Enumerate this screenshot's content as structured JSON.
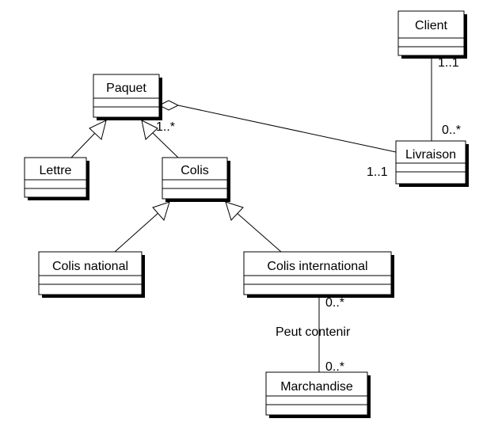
{
  "classes": {
    "client": "Client",
    "paquet": "Paquet",
    "lettre": "Lettre",
    "colis": "Colis",
    "livraison": "Livraison",
    "colis_national": "Colis national",
    "colis_international": "Colis international",
    "marchandise": "Marchandise"
  },
  "multiplicities": {
    "client_end": "1..1",
    "livraison_client_end": "0..*",
    "paquet_end": "1..*",
    "livraison_paquet_end": "1..1",
    "colis_international_end": "0..*",
    "marchandise_end": "0..*"
  },
  "associations": {
    "peut_contenir": "Peut contenir"
  }
}
